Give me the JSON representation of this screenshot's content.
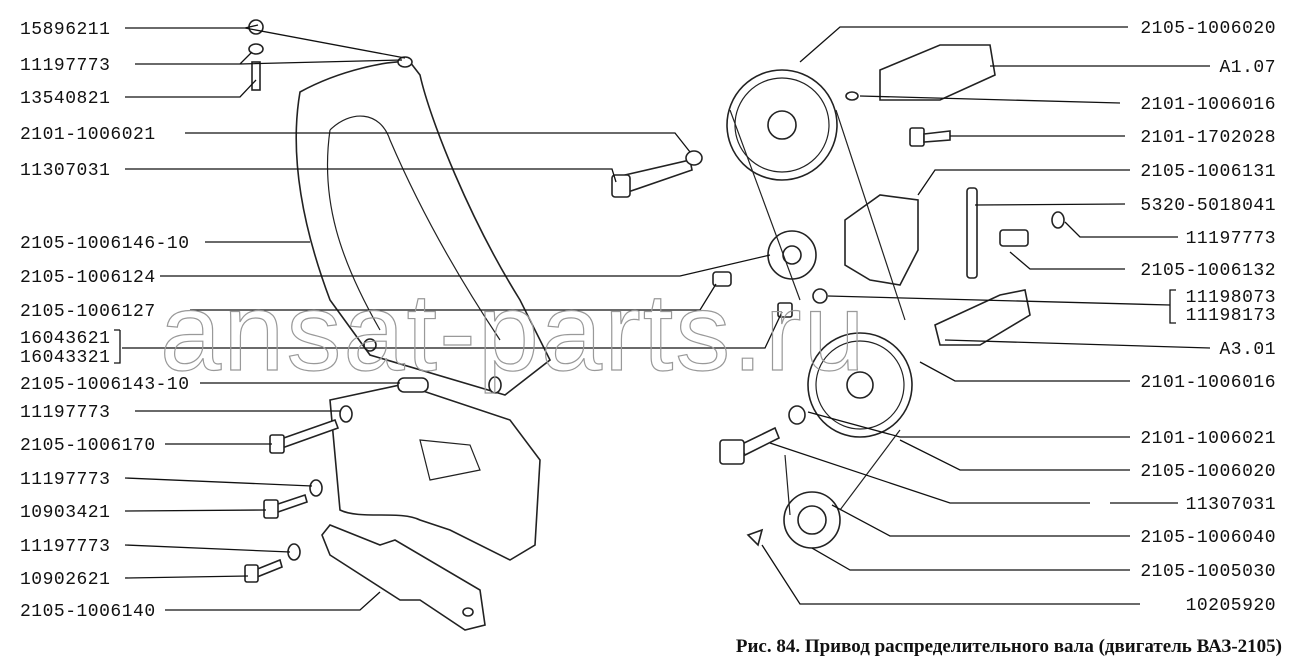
{
  "left_labels": [
    "15896211",
    "11197773",
    "13540821",
    "2101-1006021",
    "11307031",
    "2105-1006146-10",
    "2105-1006124",
    "2105-1006127",
    "16043621",
    "16043321",
    "2105-1006143-10",
    "11197773",
    "2105-1006170",
    "11197773",
    "10903421",
    "11197773",
    "10902621",
    "2105-1006140"
  ],
  "right_labels": [
    "2105-1006020",
    "A1.07",
    "2101-1006016",
    "2101-1702028",
    "2105-1006131",
    "5320-5018041",
    "11197773",
    "2105-1006132",
    "11198073",
    "11198173",
    "A3.01",
    "2101-1006016",
    "2101-1006021",
    "2105-1006020",
    "11307031",
    "2105-1006040",
    "2105-1005030",
    "10205920"
  ],
  "caption": "Рис. 84. Привод распределительного вала (двигатель ВАЗ-2105)",
  "watermark": "ansat-parts.ru"
}
